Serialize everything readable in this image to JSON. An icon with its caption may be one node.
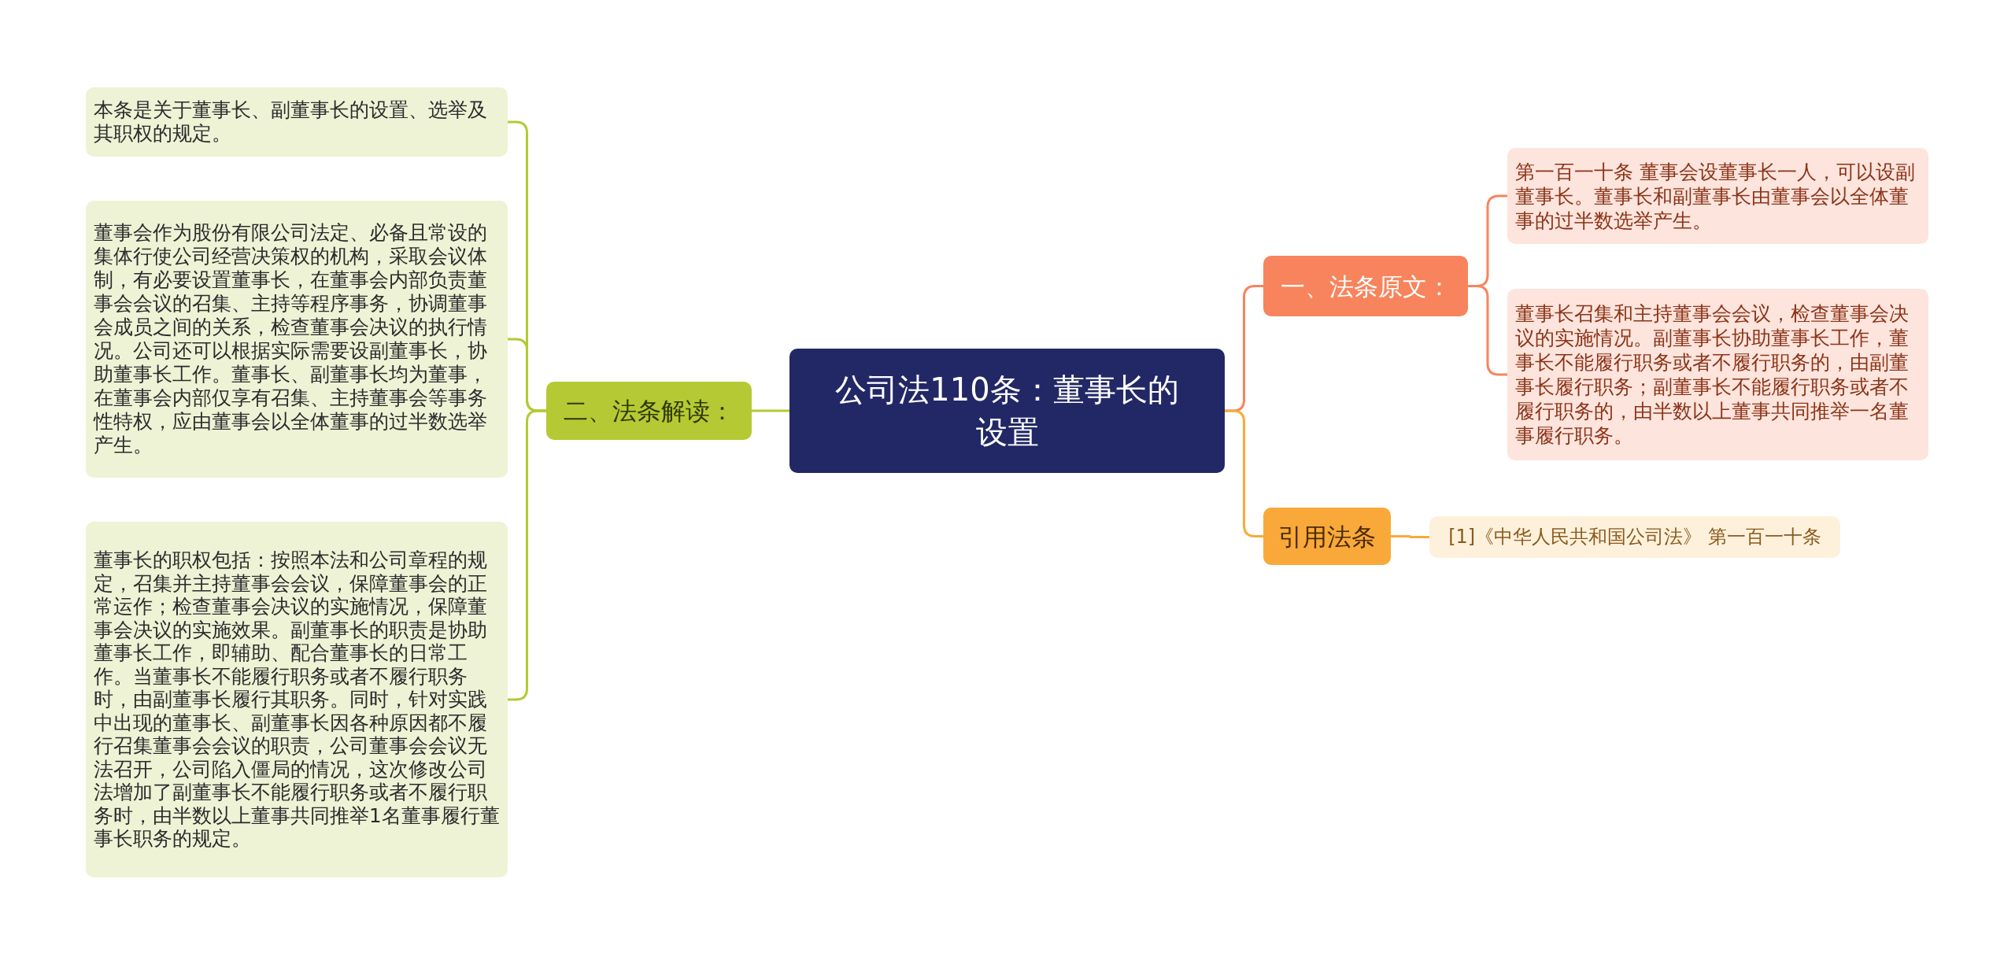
{
  "diagram": {
    "nodes": [
      {
        "text": [
          "公司法110条：董事长的设置"
        ]
      },
      {
        "text": [
          "一、法条原文："
        ]
      },
      {
        "text": [
          "第一百一十条 董事会设董事长一人，可以设副董事长。董事长和副董事长由董事会以全体董事的过半数选举产生。"
        ]
      },
      {
        "text": [
          "董事长召集和主持董事会会议，检查董事会决议的实施情况。副董事长协助董事长工作，董事长不能履行职务或者不履行职务的，由副董事长履行职务；副董事长不能履行职务或者不履行职务的，由半数以上董事共同推举一名董事履行职务。"
        ]
      },
      {
        "text": [
          "引用法条"
        ]
      },
      {
        "text": [
          "[1]《中华人民共和国公司法》 第一百一十条"
        ]
      },
      {
        "text": [
          "二、法条解读："
        ]
      },
      {
        "text": [
          "本条是关于董事长、副董事长的设置、选举及其职权的规定。"
        ]
      },
      {
        "text": [
          "董事会作为股份有限公司法定、必备且常设的集体行使公司经营决策权的机构，采取会议体制，有必要设置董事长，在董事会内部负责董事会会议的召集、主持等程序事务，协调董事会成员之间的关系，检查董事会决议的执行情况。公司还可以根据实际需要设副董事长，协助董事长工作。董事长、副董事长均为董事，在董事会内部仅享有召集、主持董事会等事务性特权，应由董事会以全体董事的过半数选举产生。"
        ]
      },
      {
        "text": [
          "董事长的职权包括：按照本法和公司章程的规定，召集并主持董事会会议，保障董事会的正常运作；检查董事会决议的实施情况，保障董事会决议的实施效果。副董事长的职责是协助董事长工作，即辅助、配合董事长的日常工作。当董事长不能履行职务或者不履行职务时，由副董事长履行其职务。同时，针对实践中出现的董事长、副董事长因各种原因都不履行召集董事会会议的职责，公司董事会会议无法召开，公司陷入僵局的情况，这次修改公司法增加了副董事长不能履行职务或者不履行职务时，由半数以上董事共同推举1名董事履行董事长职务的规定。"
        ]
      }
    ],
    "edges": [
      {
        "from": 0,
        "to": 1,
        "arrow": "none",
        "color": "#f7845c"
      },
      {
        "from": 1,
        "to": 2,
        "arrow": "none",
        "color": "#f7845c"
      },
      {
        "from": 1,
        "to": 3,
        "arrow": "none",
        "color": "#f7845c"
      },
      {
        "from": 0,
        "to": 4,
        "arrow": "none",
        "color": "#f9a93a"
      },
      {
        "from": 4,
        "to": 5,
        "arrow": "none",
        "color": "#f9a93a"
      },
      {
        "from": 0,
        "to": 6,
        "arrow": "none"
      },
      {
        "from": 6,
        "to": 7,
        "arrow": "none"
      },
      {
        "from": 6,
        "to": 8,
        "arrow": "none"
      },
      {
        "from": 6,
        "to": 9,
        "arrow": "none"
      }
    ]
  }
}
